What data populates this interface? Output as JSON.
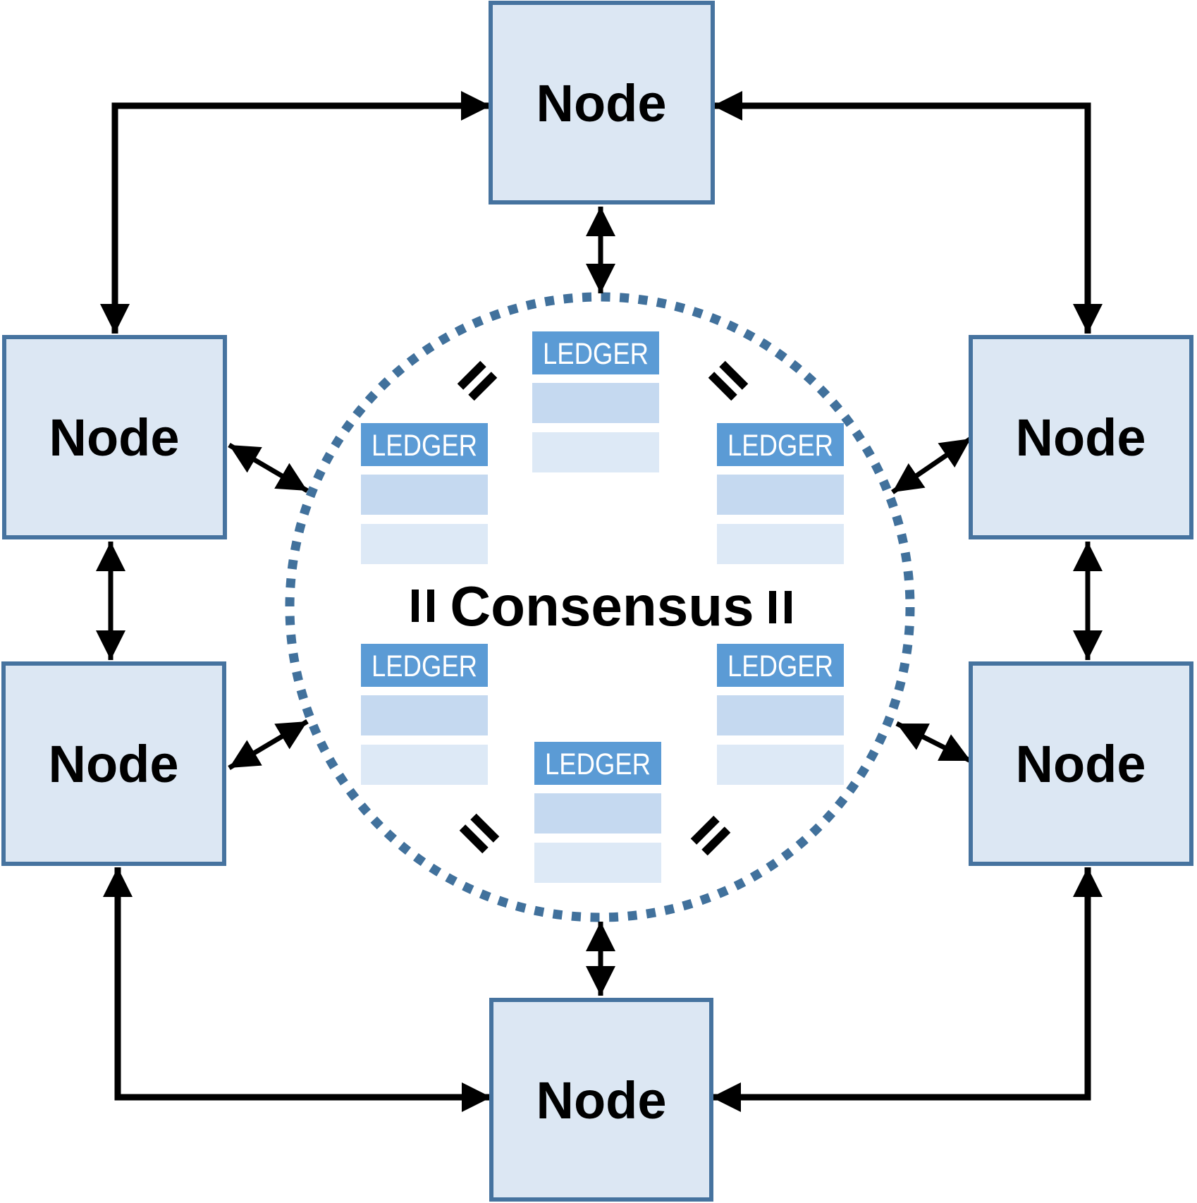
{
  "colors": {
    "node_fill": "#dce7f3",
    "node_border": "#46739f",
    "ledger_header_fill": "#5b9bd5",
    "ledger_row1_fill": "#c5d9f0",
    "ledger_row2_fill": "#dde9f6",
    "ledger_text": "#ffffff",
    "consensus_circle_dots": "#41719c",
    "arrows": "#000000",
    "labels": "#000000",
    "background": "#ffffff"
  },
  "nodes": [
    {
      "id": "top",
      "label": "Node"
    },
    {
      "id": "left-upper",
      "label": "Node"
    },
    {
      "id": "right-upper",
      "label": "Node"
    },
    {
      "id": "left-lower",
      "label": "Node"
    },
    {
      "id": "right-lower",
      "label": "Node"
    },
    {
      "id": "bottom",
      "label": "Node"
    }
  ],
  "consensus": {
    "label": "Consensus"
  },
  "ledgers": [
    {
      "position": "top-center",
      "label": "LEDGER",
      "rows": 2
    },
    {
      "position": "upper-left",
      "label": "LEDGER",
      "rows": 2
    },
    {
      "position": "upper-right",
      "label": "LEDGER",
      "rows": 2
    },
    {
      "position": "lower-left",
      "label": "LEDGER",
      "rows": 2
    },
    {
      "position": "lower-right",
      "label": "LEDGER",
      "rows": 2
    },
    {
      "position": "bottom-center",
      "label": "LEDGER",
      "rows": 2
    }
  ],
  "equality_marks": [
    {
      "position": "upper-left-diagonal",
      "type": "tilted-equals",
      "angle_deg": -45
    },
    {
      "position": "upper-right-diagonal",
      "type": "tilted-equals",
      "angle_deg": 45
    },
    {
      "position": "left-of-consensus",
      "type": "vertical-equals",
      "angle_deg": 90
    },
    {
      "position": "right-of-consensus",
      "type": "vertical-equals",
      "angle_deg": 90
    },
    {
      "position": "lower-left-diagonal",
      "type": "tilted-equals",
      "angle_deg": 45
    },
    {
      "position": "lower-right-diagonal",
      "type": "tilted-equals",
      "angle_deg": -45
    }
  ],
  "connections": [
    {
      "from": "top-node",
      "to": "left-upper-node",
      "style": "elbow",
      "arrowheads": "both"
    },
    {
      "from": "top-node",
      "to": "right-upper-node",
      "style": "elbow",
      "arrowheads": "both"
    },
    {
      "from": "bottom-node",
      "to": "left-lower-node",
      "style": "elbow",
      "arrowheads": "both"
    },
    {
      "from": "bottom-node",
      "to": "right-lower-node",
      "style": "elbow",
      "arrowheads": "both"
    },
    {
      "from": "top-node",
      "to": "consensus-circle",
      "style": "straight",
      "arrowheads": "both"
    },
    {
      "from": "bottom-node",
      "to": "consensus-circle",
      "style": "straight",
      "arrowheads": "both"
    },
    {
      "from": "left-upper-node",
      "to": "left-lower-node",
      "style": "straight",
      "arrowheads": "both"
    },
    {
      "from": "right-upper-node",
      "to": "right-lower-node",
      "style": "straight",
      "arrowheads": "both"
    },
    {
      "from": "left-upper-node",
      "to": "consensus-circle",
      "style": "diagonal",
      "arrowheads": "both"
    },
    {
      "from": "left-lower-node",
      "to": "consensus-circle",
      "style": "diagonal",
      "arrowheads": "both"
    },
    {
      "from": "right-upper-node",
      "to": "consensus-circle",
      "style": "diagonal",
      "arrowheads": "both"
    },
    {
      "from": "right-lower-node",
      "to": "consensus-circle",
      "style": "diagonal",
      "arrowheads": "both"
    }
  ]
}
